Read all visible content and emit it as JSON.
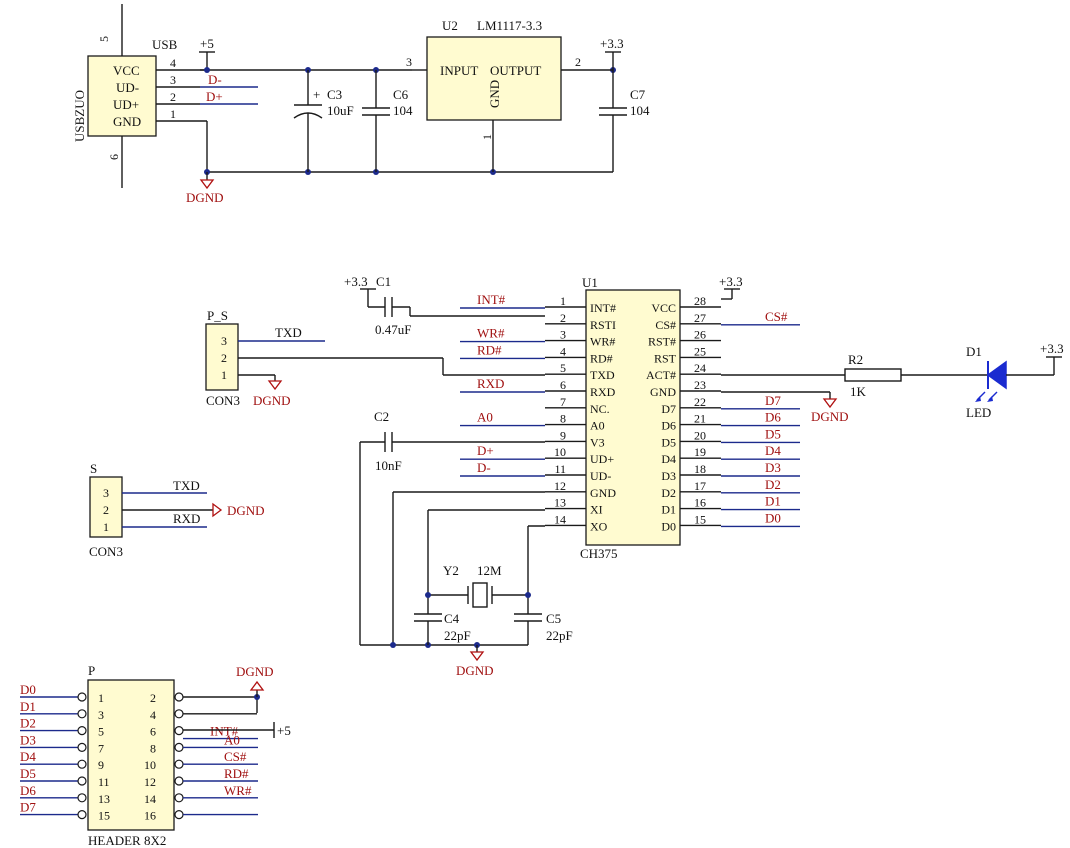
{
  "usb": {
    "name": "USB",
    "part": "USBZUO",
    "pins": [
      "VCC",
      "UD-",
      "UD+",
      "GND"
    ],
    "nums": [
      "4",
      "3",
      "2",
      "1"
    ],
    "shell_top": "5",
    "shell_bottom": "6",
    "net_dm": "D-",
    "net_dp": "D+",
    "net_5v": "+5"
  },
  "c3": {
    "name": "C3",
    "value": "10uF",
    "plus": "+"
  },
  "c6": {
    "name": "C6",
    "value": "104"
  },
  "c7": {
    "name": "C7",
    "value": "104"
  },
  "u2": {
    "ref": "U2",
    "part": "LM1117-3.3",
    "input": "INPUT",
    "output": "OUTPUT",
    "gnd": "GND",
    "pin_in": "3",
    "pin_out": "2",
    "pin_gnd": "1",
    "net_out": "+3.3"
  },
  "dgnd": "DGND",
  "u1": {
    "ref": "U1",
    "part": "CH375",
    "left_pins": [
      "INT#",
      "RSTI",
      "WR#",
      "RD#",
      "TXD",
      "RXD",
      "NC.",
      "A0",
      "V3",
      "UD+",
      "UD-",
      "GND",
      "XI",
      "XO"
    ],
    "left_nums": [
      "1",
      "2",
      "3",
      "4",
      "5",
      "6",
      "7",
      "8",
      "9",
      "10",
      "11",
      "12",
      "13",
      "14"
    ],
    "right_pins": [
      "VCC",
      "CS#",
      "RST#",
      "RST",
      "ACT#",
      "GND",
      "D7",
      "D6",
      "D5",
      "D4",
      "D3",
      "D2",
      "D1",
      "D0"
    ],
    "right_nums": [
      "28",
      "27",
      "26",
      "25",
      "24",
      "23",
      "22",
      "21",
      "20",
      "19",
      "18",
      "17",
      "16",
      "15"
    ],
    "left_nets": [
      "INT#",
      "",
      "WR#",
      "RD#",
      "",
      "RXD",
      "",
      "A0",
      "",
      "D+",
      "D-",
      "",
      "",
      ""
    ],
    "right_nets": [
      "",
      "CS#",
      "",
      "",
      "",
      "",
      "D7",
      "D6",
      "D5",
      "D4",
      "D3",
      "D2",
      "D1",
      "D0"
    ],
    "vcc_net": "+3.3"
  },
  "c1": {
    "name": "C1",
    "value": "0.47uF",
    "net": "+3.3"
  },
  "c2": {
    "name": "C2",
    "value": "10nF"
  },
  "y2": {
    "name": "Y2",
    "value": "12M"
  },
  "c4": {
    "name": "C4",
    "value": "22pF"
  },
  "c5": {
    "name": "C5",
    "value": "22pF"
  },
  "r2": {
    "name": "R2",
    "value": "1K"
  },
  "d1": {
    "name": "D1",
    "label": "LED",
    "net": "+3.3"
  },
  "p_s": {
    "name": "P_S",
    "part": "CON3",
    "nums": [
      "3",
      "2",
      "1"
    ],
    "net_txd": "TXD"
  },
  "s": {
    "name": "S",
    "part": "CON3",
    "nums": [
      "3",
      "2",
      "1"
    ],
    "net_txd": "TXD",
    "net_rxd": "RXD"
  },
  "header": {
    "name": "P",
    "part": "HEADER 8X2",
    "odd": [
      "1",
      "3",
      "5",
      "7",
      "9",
      "11",
      "13",
      "15"
    ],
    "even": [
      "2",
      "4",
      "6",
      "8",
      "10",
      "12",
      "14",
      "16"
    ],
    "left_nets": [
      "D0",
      "D1",
      "D2",
      "D3",
      "D4",
      "D5",
      "D6",
      "D7"
    ],
    "right_nets": [
      "",
      "",
      "INT#",
      "A0",
      "CS#",
      "RD#",
      "WR#",
      ""
    ],
    "net_5v": "+5"
  }
}
